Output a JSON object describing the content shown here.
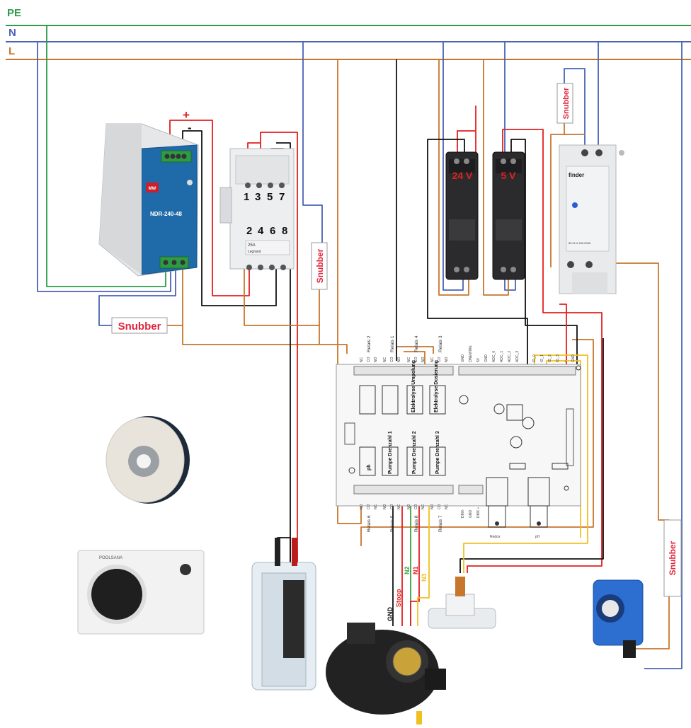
{
  "colors": {
    "pe": "#2e9b4a",
    "n": "#4a63b5",
    "l": "#c8762c",
    "red": "#e02020",
    "black": "#111111",
    "yellow": "#f0c020",
    "green": "#3aa040",
    "snubber": "#e0263c"
  },
  "bus": {
    "pe": "PE",
    "n": "N",
    "l": "L"
  },
  "snubbers": [
    "Snubber",
    "Snubber",
    "Snubber",
    "Snubber"
  ],
  "psu": {
    "model": "NDR-240-48",
    "brand": "MW",
    "plus": "+",
    "minus": "-"
  },
  "contactor": {
    "top_terminals": [
      "1",
      "3",
      "5",
      "7"
    ],
    "bottom_terminals": [
      "2",
      "4",
      "6",
      "8"
    ],
    "rating": "25A",
    "brand": "Legrand"
  },
  "psu_24": "24 V",
  "psu_5": "5 V",
  "relay_module": {
    "brand": "finder",
    "part": "80.21.0.240.0000"
  },
  "board": {
    "top_relay_labels": [
      "Relais 2",
      "Relais 1",
      "Relais 4",
      "Relais 3"
    ],
    "top_pins": [
      "NC",
      "CO",
      "NO",
      "NC",
      "CO",
      "NO",
      "NC",
      "CO",
      "NO",
      "NC",
      "CO",
      "NO"
    ],
    "top_right_pins": [
      "GND",
      "ONEWIRE",
      "5V",
      "GND",
      "ADC_0",
      "ADC_1",
      "ADC_2",
      "ADC_3",
      "IO_0",
      "IO_1",
      "IO_2",
      "IO_3",
      "+",
      "GND"
    ],
    "relay_names_top": [
      "Elektrolyse Umpolung",
      "Elektrolyse Dosierung"
    ],
    "relay_names_bottom": [
      "ph",
      "Pumpe Drehzahl 1",
      "Pumpe Drehzahl 2",
      "Pumpe Drehzahl 3"
    ],
    "bottom_pins": [
      "NO",
      "CO",
      "NC",
      "NO",
      "CO",
      "NC",
      "NO",
      "CO",
      "NC",
      "NO",
      "CO",
      "NC"
    ],
    "bottom_relay_labels": [
      "Relais 6",
      "Relais 5",
      "Relais 8",
      "Relais 7"
    ],
    "dmx_pins": [
      "DMX-",
      "GND",
      "DMX +"
    ],
    "probe_labels": [
      "Redox",
      "pH"
    ]
  },
  "pump_wires": [
    "GND",
    "Stopp",
    "N2",
    "N1",
    "N3"
  ],
  "heatpump_brand": "POOLSANA"
}
